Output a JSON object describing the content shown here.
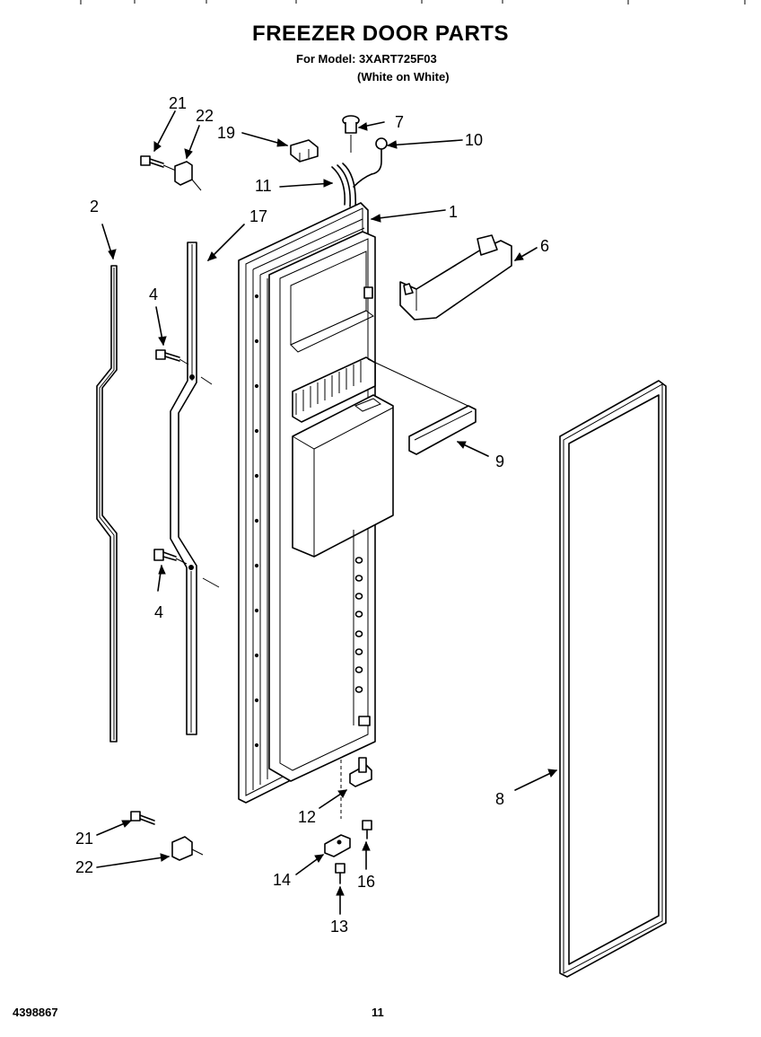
{
  "header": {
    "title": "FREEZER DOOR PARTS",
    "model_line": "For Model: 3XART725F03",
    "color_line": "(White on White)"
  },
  "footer": {
    "doc_number": "4398867",
    "page_number": "11"
  },
  "callouts": [
    "21",
    "22",
    "19",
    "7",
    "10",
    "11",
    "1",
    "2",
    "17",
    "6",
    "4",
    "9",
    "4",
    "8",
    "12",
    "21",
    "22",
    "14",
    "16",
    "13"
  ]
}
